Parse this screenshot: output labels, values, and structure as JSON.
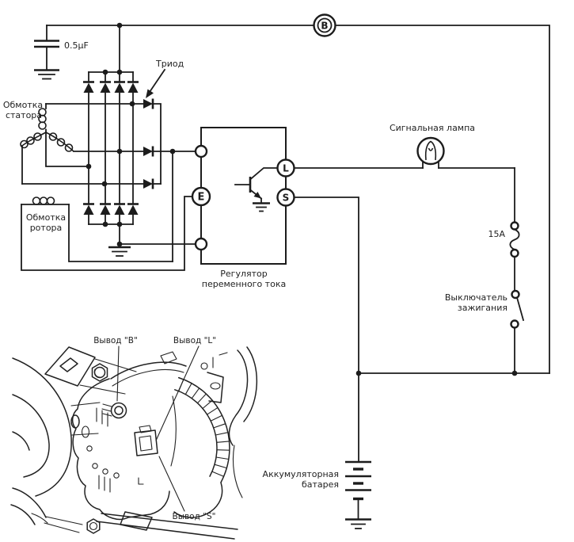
{
  "diagram": {
    "colors": {
      "line": "#1c1c1c",
      "background": "#ffffff"
    },
    "capacitor_label": "0.5μF",
    "triode_label": "Триод",
    "stator_label_1": "Обмотка",
    "stator_label_2": "статора",
    "rotor_label_1": "Обмотка",
    "rotor_label_2": "ротора",
    "regulator_label_1": "Регулятор",
    "regulator_label_2": "переменного тока",
    "lamp_label": "Сигнальная лампа",
    "fuse_label": "15A",
    "ignition_label_1": "Выключатель",
    "ignition_label_2": "зажигания",
    "battery_label_1": "Аккумуляторная",
    "battery_label_2": "батарея",
    "terminals": {
      "b": "B",
      "e": "E",
      "l": "L",
      "s": "S"
    },
    "callouts": {
      "b": "Вывод \"B\"",
      "l": "Вывод \"L\"",
      "s": "Вывод \"S\""
    }
  }
}
